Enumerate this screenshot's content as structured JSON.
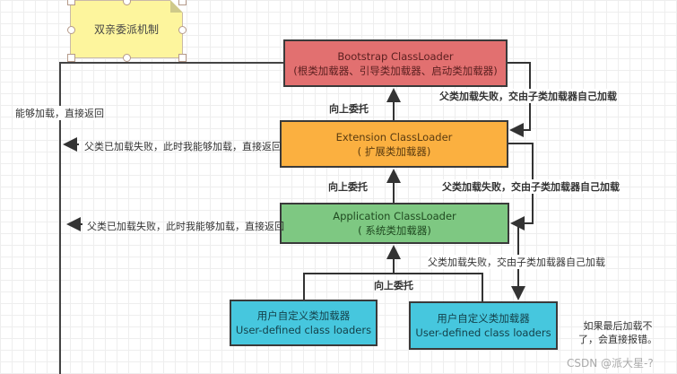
{
  "note": {
    "text": "双亲委派机制",
    "color": "#fdf59d"
  },
  "loaders": {
    "bootstrap": {
      "title": "Bootstrap ClassLoader",
      "subtitle": "(根类加载器、引导类加载器、启动类加载器)",
      "color": "#e27070"
    },
    "extension": {
      "title": "Extension ClassLoader",
      "subtitle": "( 扩展类加载器)",
      "color": "#fbb040"
    },
    "application": {
      "title": "Application ClassLoader",
      "subtitle": "( 系统类加载器)",
      "color": "#7ec882"
    },
    "user_defined": [
      {
        "title_cn": "用户自定义类加载器",
        "title_en": "User-defined class loaders",
        "color": "#46c7de"
      },
      {
        "title_cn": "用户自定义类加载器",
        "title_en": "User-defined class loaders",
        "color": "#46c7de"
      }
    ]
  },
  "edge_labels": {
    "delegate_up_1": "向上委托",
    "delegate_up_2": "向上委托",
    "delegate_up_3": "向上委托",
    "parent_fail_1": "父类加载失败，交由子类加载器自己加载",
    "parent_fail_2": "父类加载失败，交由子类加载器自己加载",
    "parent_fail_3": "父类加载失败，交由子类加载器自己加载",
    "can_load_return": "能够加载，直接返回",
    "return_ext": "父类已加载失败，此时我能够加载，直接返回",
    "return_app": "父类已加载失败，此时我能够加载，直接返回",
    "final_error": "如果最后加载不了，会直接报错。"
  },
  "watermark": "CSDN @派大星-?"
}
